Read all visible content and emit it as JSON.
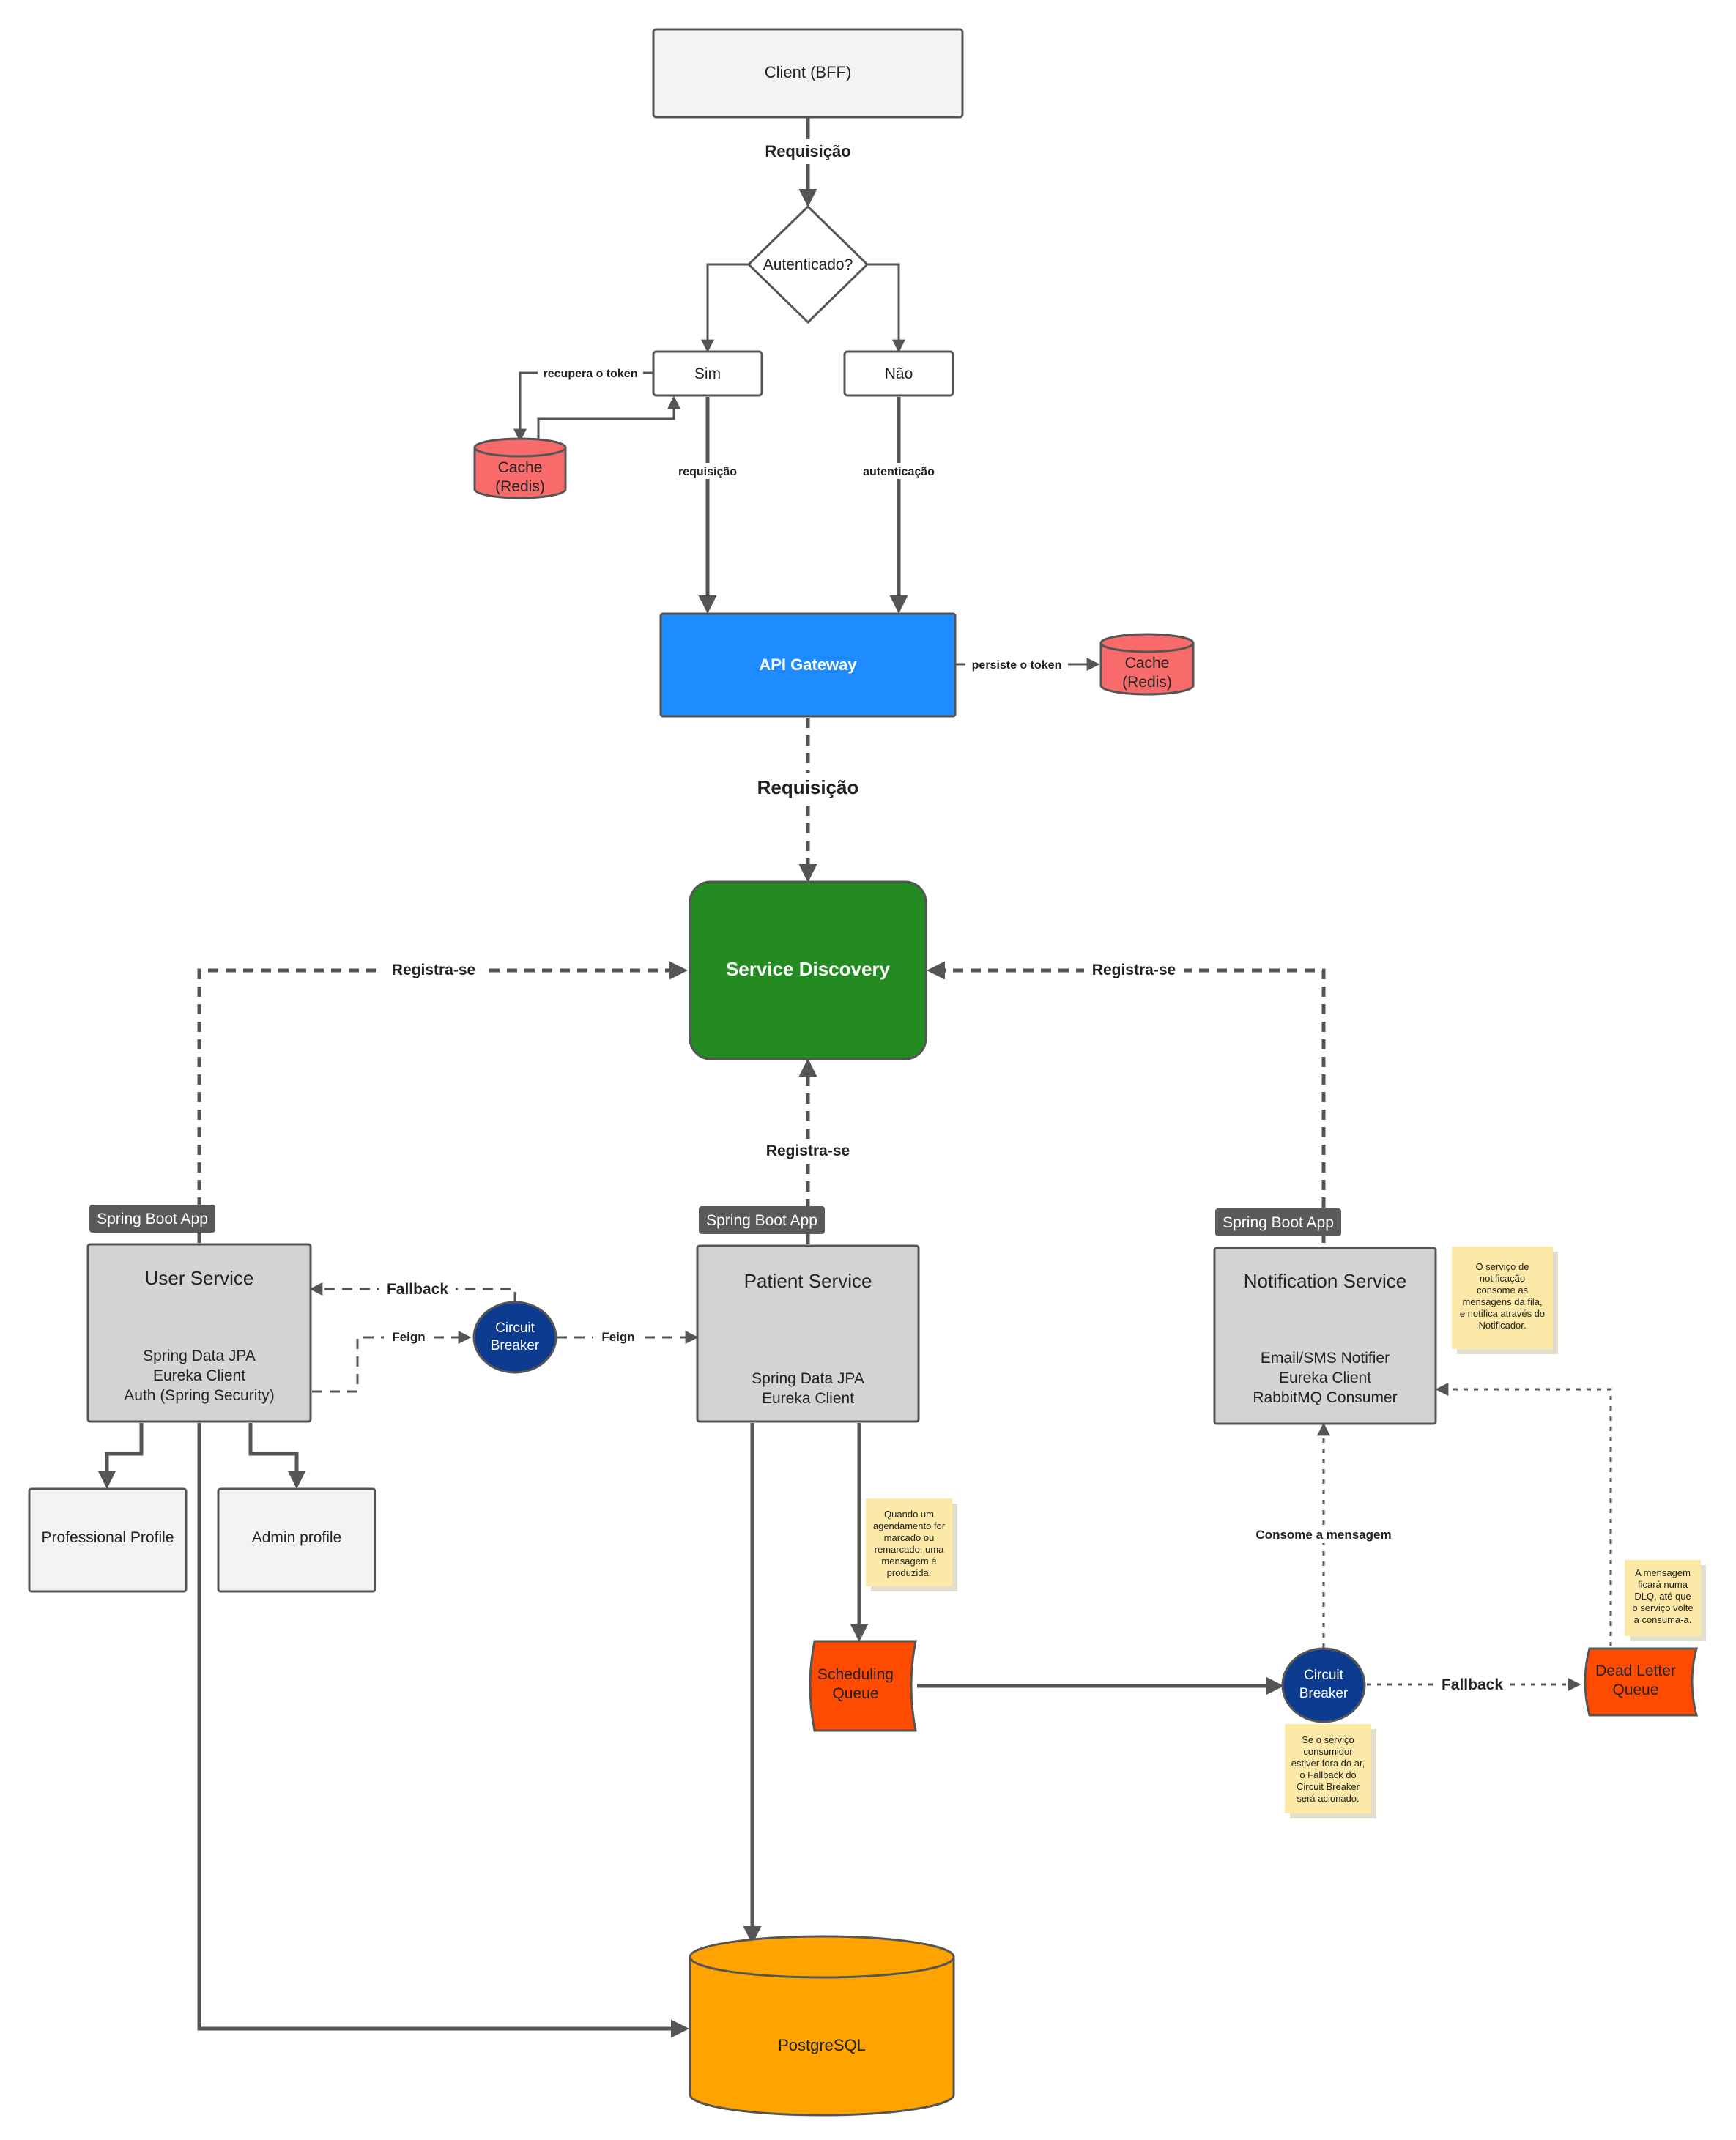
{
  "nodes": {
    "client": "Client (BFF)",
    "decision": "Autenticado?",
    "sim": "Sim",
    "nao": "Não",
    "cache_left": [
      "Cache",
      "(Redis)"
    ],
    "cache_right": [
      "Cache",
      "(Redis)"
    ],
    "api_gateway": "API Gateway",
    "service_discovery": "Service Discovery",
    "user_service": {
      "badge": "Spring Boot App",
      "title": "User Service",
      "lines": [
        "Spring Data JPA",
        "Eureka Client",
        "Auth (Spring Security)"
      ]
    },
    "patient_service": {
      "badge": "Spring Boot App",
      "title": "Patient Service",
      "lines": [
        "Spring Data JPA",
        "Eureka Client"
      ]
    },
    "notification_service": {
      "badge": "Spring Boot App",
      "title": "Notification Service",
      "lines": [
        "Email/SMS Notifier",
        "Eureka Client",
        "RabbitMQ Consumer"
      ]
    },
    "circuit_breaker_left": [
      "Circuit",
      "Breaker"
    ],
    "circuit_breaker_right": [
      "Circuit",
      "Breaker"
    ],
    "professional_profile": "Professional Profile",
    "admin_profile": "Admin profile",
    "scheduling_queue": [
      "Scheduling",
      "Queue"
    ],
    "dead_letter_queue": [
      "Dead Letter",
      "Queue"
    ],
    "postgres": "PostgreSQL"
  },
  "edge_labels": {
    "requisicao_top": "Requisição",
    "recupera_token": "recupera o token",
    "requisicao_small": "requisição",
    "autenticacao": "autenticação",
    "persiste_token": "persiste o token",
    "requisicao_mid": "Requisição",
    "registra_left": "Registra-se",
    "registra_right": "Registra-se",
    "registra_center": "Registra-se",
    "fallback_user": "Fallback",
    "feign_left": "Feign",
    "feign_right": "Feign",
    "consome": "Consome a mensagem",
    "fallback_dlq": "Fallback"
  },
  "notes": {
    "notification": [
      "O serviço de",
      "notificação",
      "consome as",
      "mensagens da fila,",
      "e notifica através do",
      "Notificador."
    ],
    "scheduling": [
      "Quando um",
      "agendamento for",
      "marcado ou",
      "remarcado, uma",
      "mensagem é",
      "produzida."
    ],
    "dlq": [
      "A mensagem",
      "ficará numa",
      "DLQ, até que",
      "o serviço volte",
      "a consuma-a."
    ],
    "circuit": [
      "Se o serviço",
      "consumidor",
      "estiver fora do ar,",
      "o Fallback do",
      "Circuit Breaker",
      "será acionado."
    ]
  },
  "colors": {
    "client_fill": "#f2f3f5",
    "cache_fill": "#f96b6b",
    "gateway_fill": "#1e8cff",
    "discovery_fill": "#238b22",
    "service_fill": "#d4d4d4",
    "badge_fill": "#5a5a5a",
    "breaker_fill": "#0c3b8f",
    "queue_fill": "#ff4b00",
    "postgres_fill": "#ffa300",
    "note_fill": "#fde9a7",
    "edge": "#555555"
  }
}
